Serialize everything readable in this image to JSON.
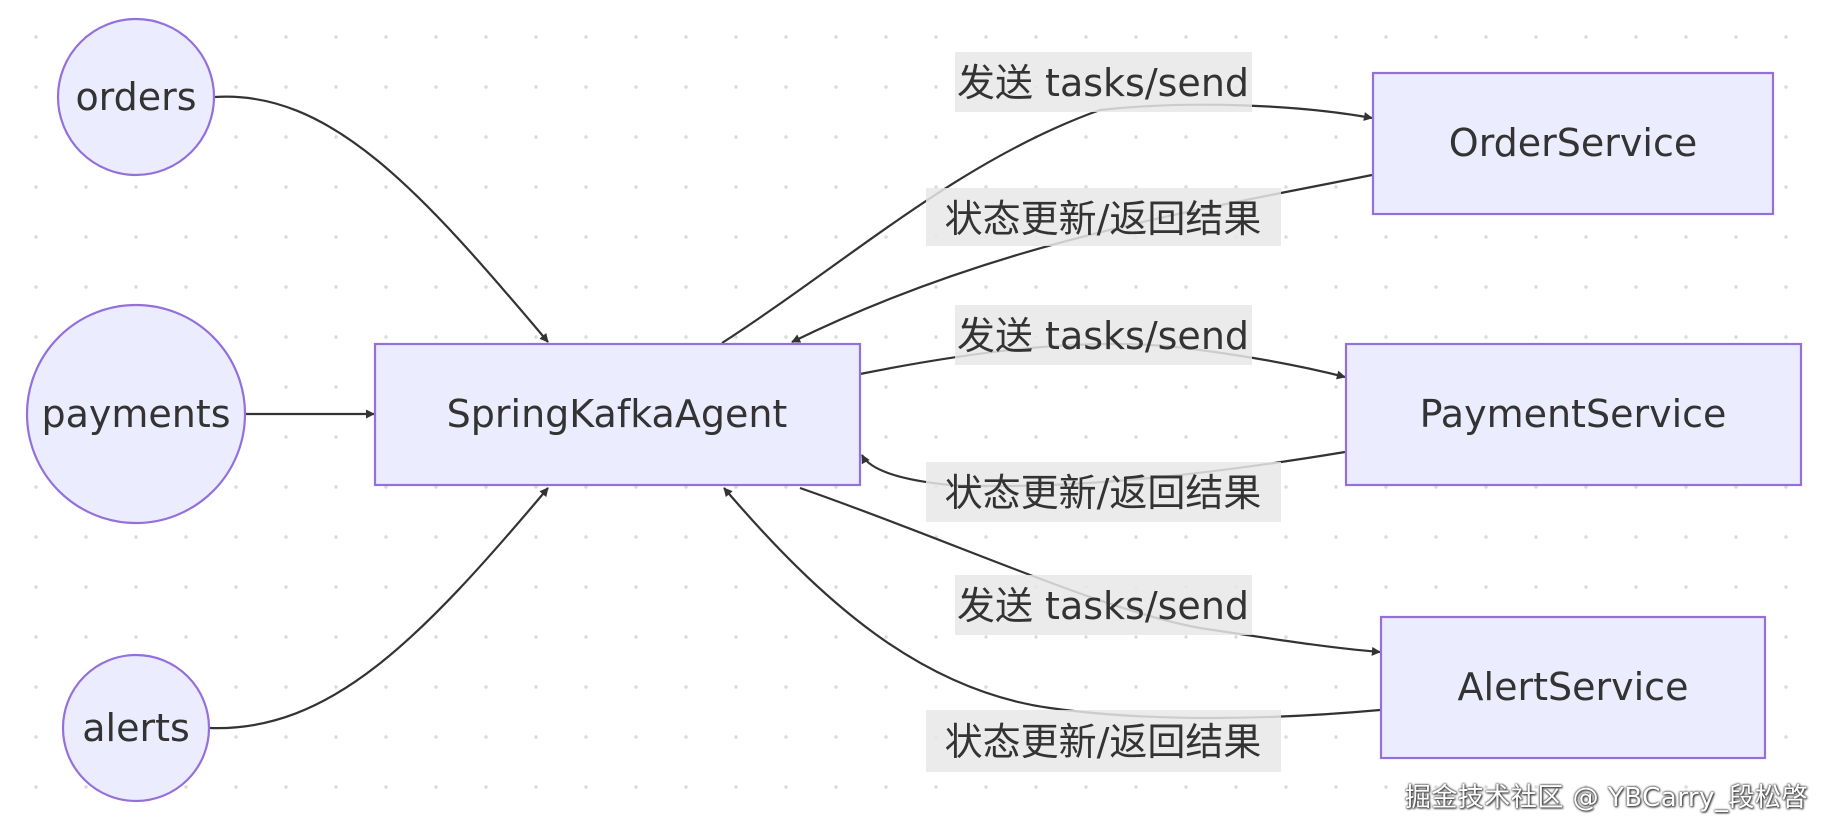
{
  "nodes": {
    "orders": "orders",
    "payments": "payments",
    "alerts": "alerts",
    "agent": "SpringKafkaAgent",
    "order_service": "OrderService",
    "payment_service": "PaymentService",
    "alert_service": "AlertService"
  },
  "edges": {
    "send_order": "发送 tasks/send",
    "reply_order": "状态更新/返回结果",
    "send_payment": "发送 tasks/send",
    "reply_payment": "状态更新/返回结果",
    "send_alert": "发送 tasks/send",
    "reply_alert": "状态更新/返回结果"
  },
  "colors": {
    "node_fill": "#ececff",
    "node_stroke": "#9370db",
    "edge": "#333333",
    "label_bg": "#e8e8e8"
  },
  "watermark": "掘金技术社区 @ YBCarry_段松啓"
}
